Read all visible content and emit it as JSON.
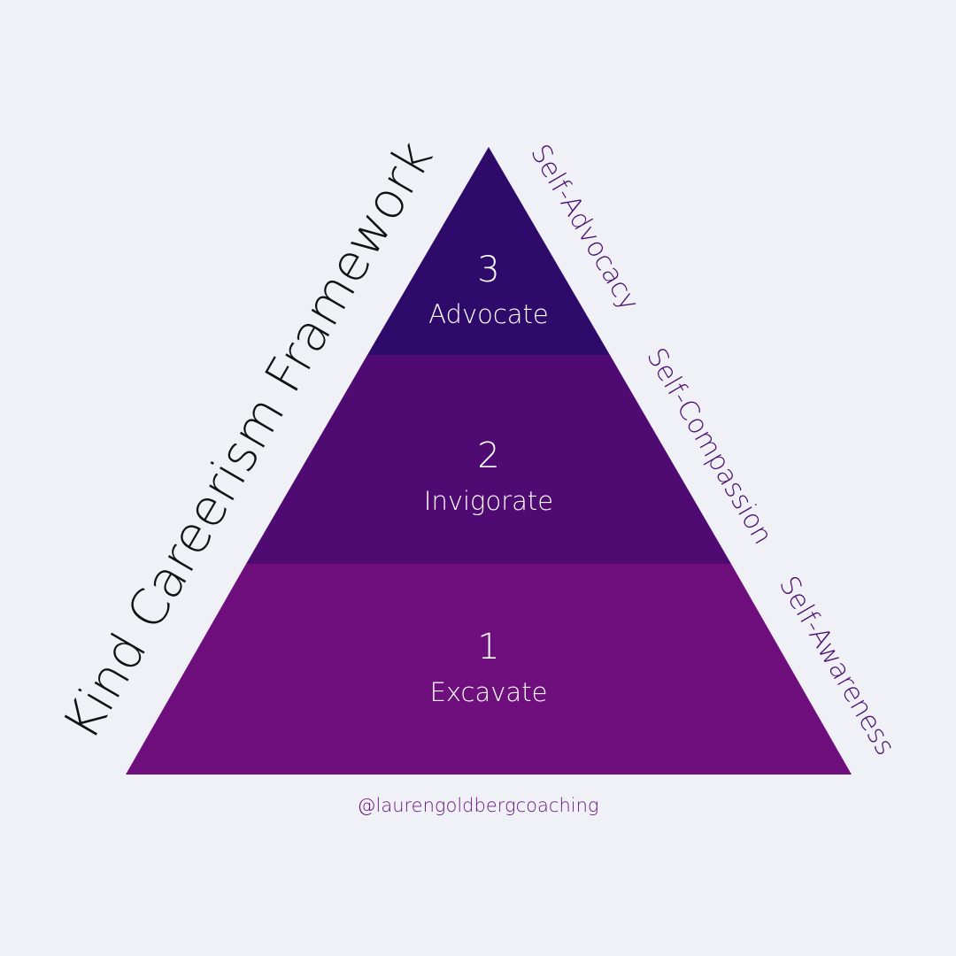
{
  "title": "Kind Careerism Framework",
  "levels": [
    {
      "number": "3",
      "label": "Advocate",
      "color": "#2e0b6b"
    },
    {
      "number": "2",
      "label": "Invigorate",
      "color": "#4f0b72"
    },
    {
      "number": "1",
      "label": "Excavate",
      "color": "#6f0f7e"
    }
  ],
  "side_labels": [
    "Self-Advocacy",
    "Self-Compassion",
    "Self-Awareness"
  ],
  "handle": "@laurengoldbergcoaching",
  "colors": {
    "background": "#f0f1f6",
    "title_text": "#111111",
    "level_text": "#ffffff",
    "side_text": "#4a0a6e",
    "handle_text": "#6a1a80"
  }
}
